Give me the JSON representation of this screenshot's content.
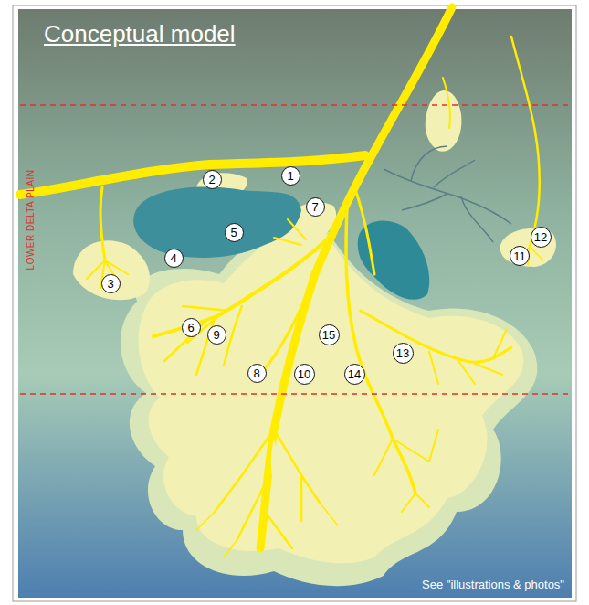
{
  "diagram": {
    "title": "Conceptual model",
    "nodes": [
      {
        "text": [
          "1"
        ]
      },
      {
        "text": [
          "2"
        ]
      },
      {
        "text": [
          "3"
        ]
      },
      {
        "text": [
          "4"
        ]
      },
      {
        "text": [
          "5"
        ]
      },
      {
        "text": [
          "6"
        ]
      },
      {
        "text": [
          "7"
        ]
      },
      {
        "text": [
          "8"
        ]
      },
      {
        "text": [
          "9"
        ]
      },
      {
        "text": [
          "10"
        ]
      },
      {
        "text": [
          "11"
        ]
      },
      {
        "text": [
          "12"
        ]
      },
      {
        "text": [
          "13"
        ]
      },
      {
        "text": [
          "14"
        ]
      },
      {
        "text": [
          "15"
        ]
      }
    ],
    "labels": [
      "LOWER DELTA PLAIN",
      "See \"illustrations & photos\""
    ]
  }
}
